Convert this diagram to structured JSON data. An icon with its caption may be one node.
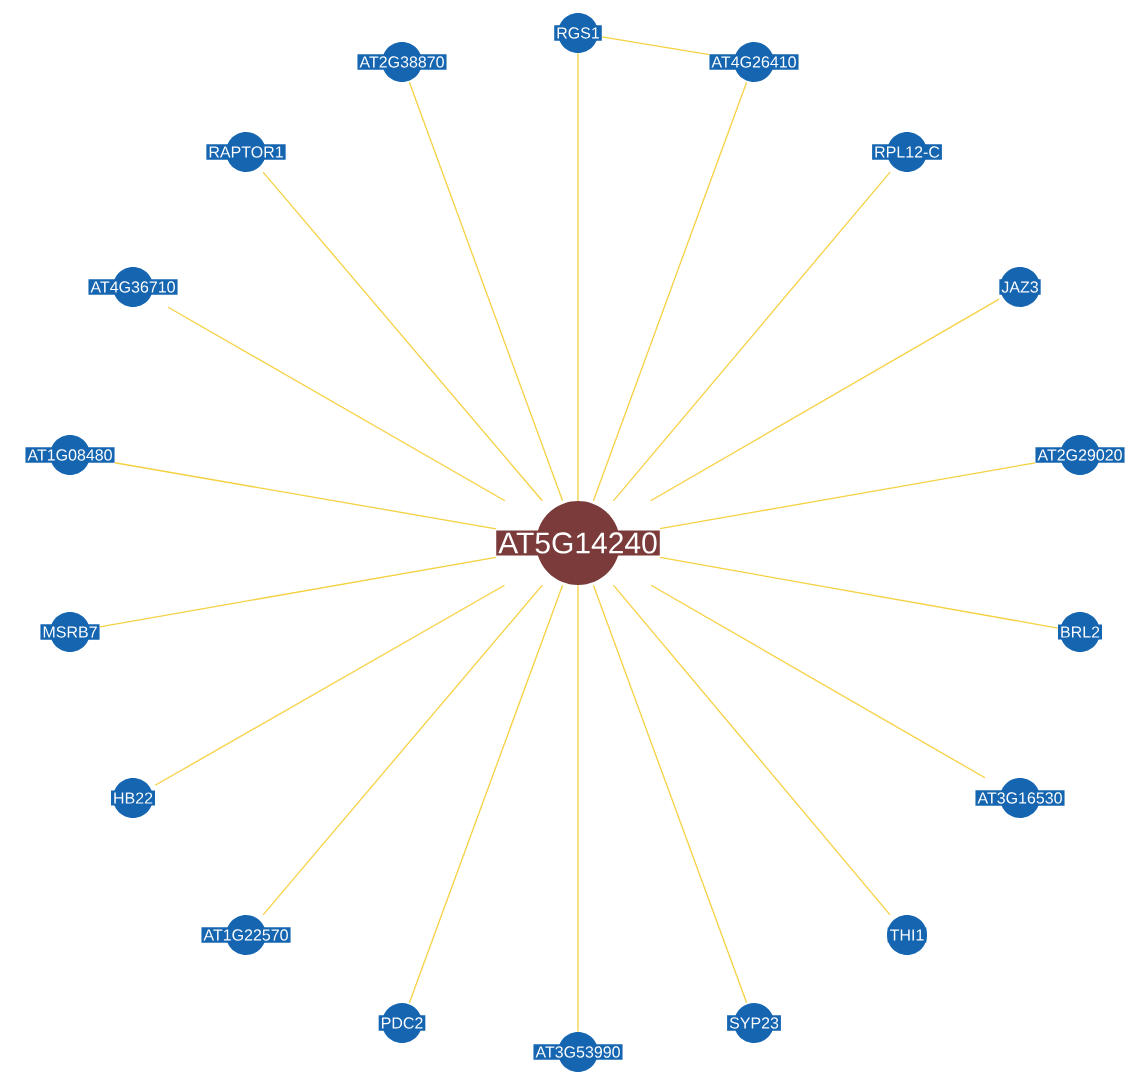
{
  "diagram": {
    "nodes": [
      {
        "text": [
          "AT5G14240"
        ]
      },
      {
        "text": [
          "RGS1"
        ]
      },
      {
        "text": [
          "AT4G26410"
        ]
      },
      {
        "text": [
          "RPL12-C"
        ]
      },
      {
        "text": [
          "JAZ3"
        ]
      },
      {
        "text": [
          "AT2G29020"
        ]
      },
      {
        "text": [
          "BRL2"
        ]
      },
      {
        "text": [
          "AT3G16530"
        ]
      },
      {
        "text": [
          "THI1"
        ]
      },
      {
        "text": [
          "SYP23"
        ]
      },
      {
        "text": [
          "AT3G53990"
        ]
      },
      {
        "text": [
          "PDC2"
        ]
      },
      {
        "text": [
          "AT1G22570"
        ]
      },
      {
        "text": [
          "HB22"
        ]
      },
      {
        "text": [
          "MSRB7"
        ]
      },
      {
        "text": [
          "AT1G08480"
        ]
      },
      {
        "text": [
          "AT4G36710"
        ]
      },
      {
        "text": [
          "RAPTOR1"
        ]
      },
      {
        "text": [
          "AT2G38870"
        ]
      }
    ],
    "edges": [
      {
        "from": 0,
        "to": 1,
        "arrow": "none"
      },
      {
        "from": 0,
        "to": 2,
        "arrow": "none"
      },
      {
        "from": 0,
        "to": 3,
        "arrow": "none"
      },
      {
        "from": 0,
        "to": 4,
        "arrow": "none"
      },
      {
        "from": 0,
        "to": 5,
        "arrow": "none"
      },
      {
        "from": 0,
        "to": 6,
        "arrow": "none"
      },
      {
        "from": 0,
        "to": 7,
        "arrow": "none"
      },
      {
        "from": 0,
        "to": 8,
        "arrow": "none"
      },
      {
        "from": 0,
        "to": 9,
        "arrow": "none"
      },
      {
        "from": 0,
        "to": 10,
        "arrow": "none"
      },
      {
        "from": 0,
        "to": 11,
        "arrow": "none"
      },
      {
        "from": 0,
        "to": 12,
        "arrow": "none"
      },
      {
        "from": 0,
        "to": 13,
        "arrow": "none"
      },
      {
        "from": 0,
        "to": 14,
        "arrow": "none"
      },
      {
        "from": 0,
        "to": 15,
        "arrow": "none"
      },
      {
        "from": 0,
        "to": 16,
        "arrow": "none"
      },
      {
        "from": 0,
        "to": 17,
        "arrow": "none"
      },
      {
        "from": 0,
        "to": 18,
        "arrow": "none"
      },
      {
        "from": 1,
        "to": 2,
        "arrow": "none"
      }
    ]
  }
}
